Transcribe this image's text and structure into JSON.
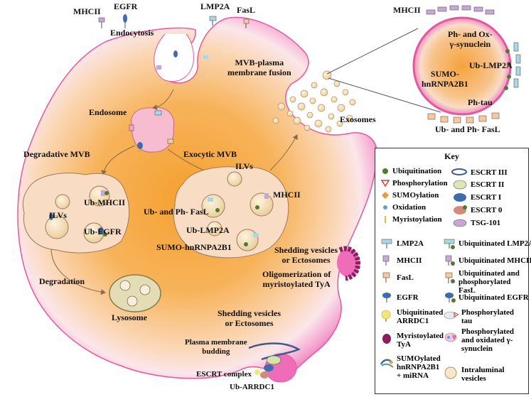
{
  "labels": {
    "mhcii_top": "MHCII",
    "egfr_top": "EGFR",
    "endocytosis": "Endocytosis",
    "lmp2a_top": "LMP2A",
    "fasl_top": "FasL",
    "mvb_fusion": "MVB-plasma\nmembrane fusion",
    "endosome": "Endosome",
    "degradative_mvb": "Degradative MVB",
    "exocytic_mvb": "Exocytic MVB",
    "ilvs_right": "ILVs",
    "ub_mhcii": "Ub-MHCII",
    "ilvs_left": "ILVs",
    "ub_egfr": "Ub-EGFR",
    "mhcii_mvb": "MHCII",
    "ub_ph_fasl_mvb": "Ub- and Ph- FasL",
    "ub_lmp2a": "Ub-LMP2A",
    "sumo_hnrnpa2b1_mvb": "SUMO-hnRNPA2B1",
    "degradation": "Degradation",
    "lysosome": "Lysosome",
    "shedding_1": "Shedding vesicles\nor Ectosomes",
    "oligomerization": "Oligomerization of\nmyristoylated TyA",
    "shedding_2": "Shedding vesicles\nor Ectosomes",
    "budding": "Plasma membrane\nbudding",
    "escrt_complex": "ESCRT complex",
    "ub_arrdc1": "Ub-ARRDC1",
    "exosomes": "Exosomes",
    "mhcii_exo": "MHCII",
    "ph_ox_syn": "Ph- and Ox-\nγ-synuclein",
    "ub_lmp2a_exo": "Ub-LMP2A",
    "sumo_exo": "SUMO-\nhnRNPA2B1",
    "ph_tau": "Ph-tau",
    "ub_ph_fasl_exo": "Ub- and Ph- FasL"
  },
  "key": {
    "title": "Key",
    "items": [
      {
        "icon": "ubiquitination-icon",
        "label": "Ubiquitination"
      },
      {
        "icon": "phosphorylation-icon",
        "label": "Phosphorylation"
      },
      {
        "icon": "sumoylation-icon",
        "label": "SUMOylation"
      },
      {
        "icon": "oxidation-icon",
        "label": "Oxidation"
      },
      {
        "icon": "myristoylation-icon",
        "label": "Myristoylation"
      },
      {
        "icon": "escrt-iii-icon",
        "label": "ESCRT III"
      },
      {
        "icon": "escrt-ii-icon",
        "label": "ESCRT II"
      },
      {
        "icon": "escrt-i-icon",
        "label": "ESCRT I"
      },
      {
        "icon": "escrt-0-icon",
        "label": "ESCRT 0"
      },
      {
        "icon": "tsg101-icon",
        "label": "TSG-101"
      },
      {
        "icon": "lmp2a-icon",
        "label": "LMP2A"
      },
      {
        "icon": "ub-lmp2a-icon",
        "label": "Ubiquitinated LMP2A"
      },
      {
        "icon": "mhcii-icon",
        "label": "MHCII"
      },
      {
        "icon": "ub-mhcii-icon",
        "label": "Ubiquitinated MHCII"
      },
      {
        "icon": "fasl-icon",
        "label": "FasL"
      },
      {
        "icon": "ub-ph-fasl-icon",
        "label": "Ubiquitinated and\nphosphorylated  FasL"
      },
      {
        "icon": "egfr-icon",
        "label": "EGFR"
      },
      {
        "icon": "ub-egfr-icon",
        "label": "Ubiquitinated EGFR"
      },
      {
        "icon": "ub-arrdc1-icon",
        "label": "Ubiquitinated\nARRDC1"
      },
      {
        "icon": "ph-tau-icon",
        "label": "Phosphorylated\ntau"
      },
      {
        "icon": "myristoylated-tya-icon",
        "label": "Myristoylated\nTyA"
      },
      {
        "icon": "ph-ox-syn-icon",
        "label": "Phosphorylated\nand oxidated γ-\nsynuclein"
      },
      {
        "icon": "sumo-hnrnpa2b1-icon",
        "label": "SUMOylated\nhnRNPA2B1\n+ miRNA"
      },
      {
        "icon": "ilv-icon",
        "label": "Intraluminal\nvesicles"
      }
    ]
  },
  "colors": {
    "membrane": "#f07cc0",
    "cytoplasm_core": "#f7a23c",
    "mvb_fill": "#f6d2b4",
    "lysosome_fill": "#e3dcb4",
    "ubiquitin": "#4f7a2f",
    "egfr": "#3d6cae",
    "lmp2a": "#a9d7e8",
    "mhcii": "#c7a7d8",
    "fasl": "#f7c99a"
  }
}
